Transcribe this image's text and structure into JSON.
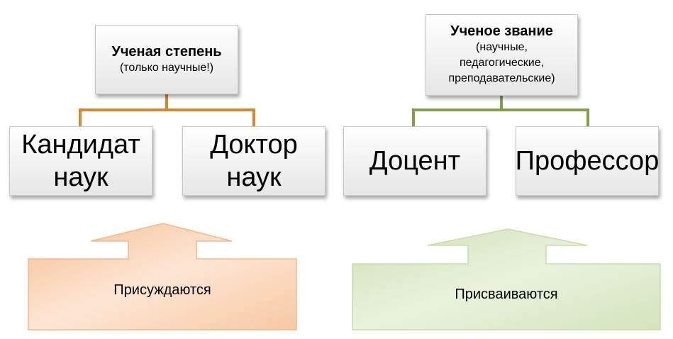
{
  "left": {
    "title": "Ученая степень",
    "subtitle": "(только научные!)",
    "children": [
      "Кандидат наук",
      "Доктор наук"
    ],
    "arrow_label": "Присуждаются",
    "color": "#d8852e"
  },
  "right": {
    "title": "Ученое звание",
    "subtitle_lines": [
      "(научные,",
      "педагогические,",
      "преподавательские)"
    ],
    "children": [
      "Доцент",
      "Профессор"
    ],
    "arrow_label": "Присваиваются",
    "color": "#82a04a"
  }
}
